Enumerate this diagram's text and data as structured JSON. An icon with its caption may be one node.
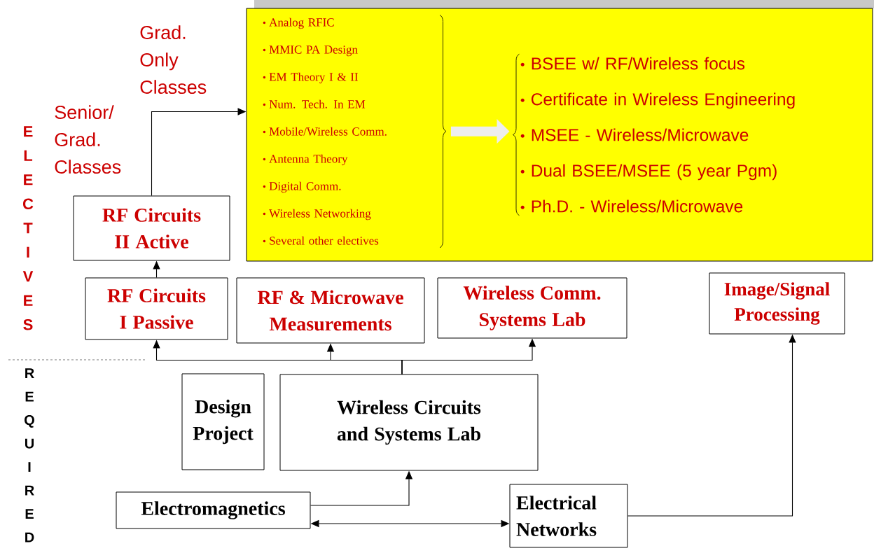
{
  "diagram": {
    "nodes": [
      {
        "text": [],
        "shape": "box"
      },
      {
        "text": [
          "Analog RFIC",
          "MMIC PA Design",
          "EM Theory I & II",
          "Num. Tech. In EM",
          "Mobile/Wireless Comm.",
          "Antenna Theory",
          "Digital Comm.",
          "Wireless Networking",
          "Several other electives"
        ],
        "in": 0
      },
      {
        "text": [
          "BSEE w/ RF/Wireless focus",
          "Certificate in Wireless Engineering",
          "MSEE - Wireless/Microwave",
          "Dual BSEE/MSEE (5 year Pgm)",
          "Ph.D. - Wireless/Microwave"
        ],
        "in": 0
      },
      {
        "text": [
          "RF Circuits II Active"
        ]
      },
      {
        "text": [
          "RF Circuits I Passive"
        ]
      },
      {
        "text": [
          "RF & Microwave Measurements"
        ]
      },
      {
        "text": [
          "Wireless Comm. Systems Lab"
        ]
      },
      {
        "text": [
          "Image/Signal Processing"
        ]
      },
      {
        "text": [
          "Design Project"
        ]
      },
      {
        "text": [
          "Wireless Circuits and Systems Lab"
        ]
      },
      {
        "text": [
          "Electromagnetics"
        ]
      },
      {
        "text": [
          "Electrical Networks"
        ]
      }
    ],
    "edges": [
      {
        "from": 1,
        "to": 2,
        "arrow": "to",
        "style": "thick",
        "color": "#eeeeee"
      },
      {
        "from": 3,
        "to": 0,
        "arrow": "to"
      },
      {
        "from": 4,
        "to": 3,
        "arrow": "to"
      },
      {
        "from": 9,
        "to": 4,
        "arrow": "to"
      },
      {
        "from": 9,
        "to": 5,
        "arrow": "to"
      },
      {
        "from": 9,
        "to": 6,
        "arrow": "to"
      },
      {
        "from": 10,
        "to": 9,
        "arrow": "to"
      },
      {
        "from": 10,
        "to": 11,
        "arrow": "both"
      },
      {
        "from": 11,
        "to": 7,
        "arrow": "to"
      }
    ],
    "labels": [
      "Grad. Only Classes",
      "Senior/ Grad. Classes",
      "ELECTIVES",
      "REQUIRED"
    ]
  }
}
